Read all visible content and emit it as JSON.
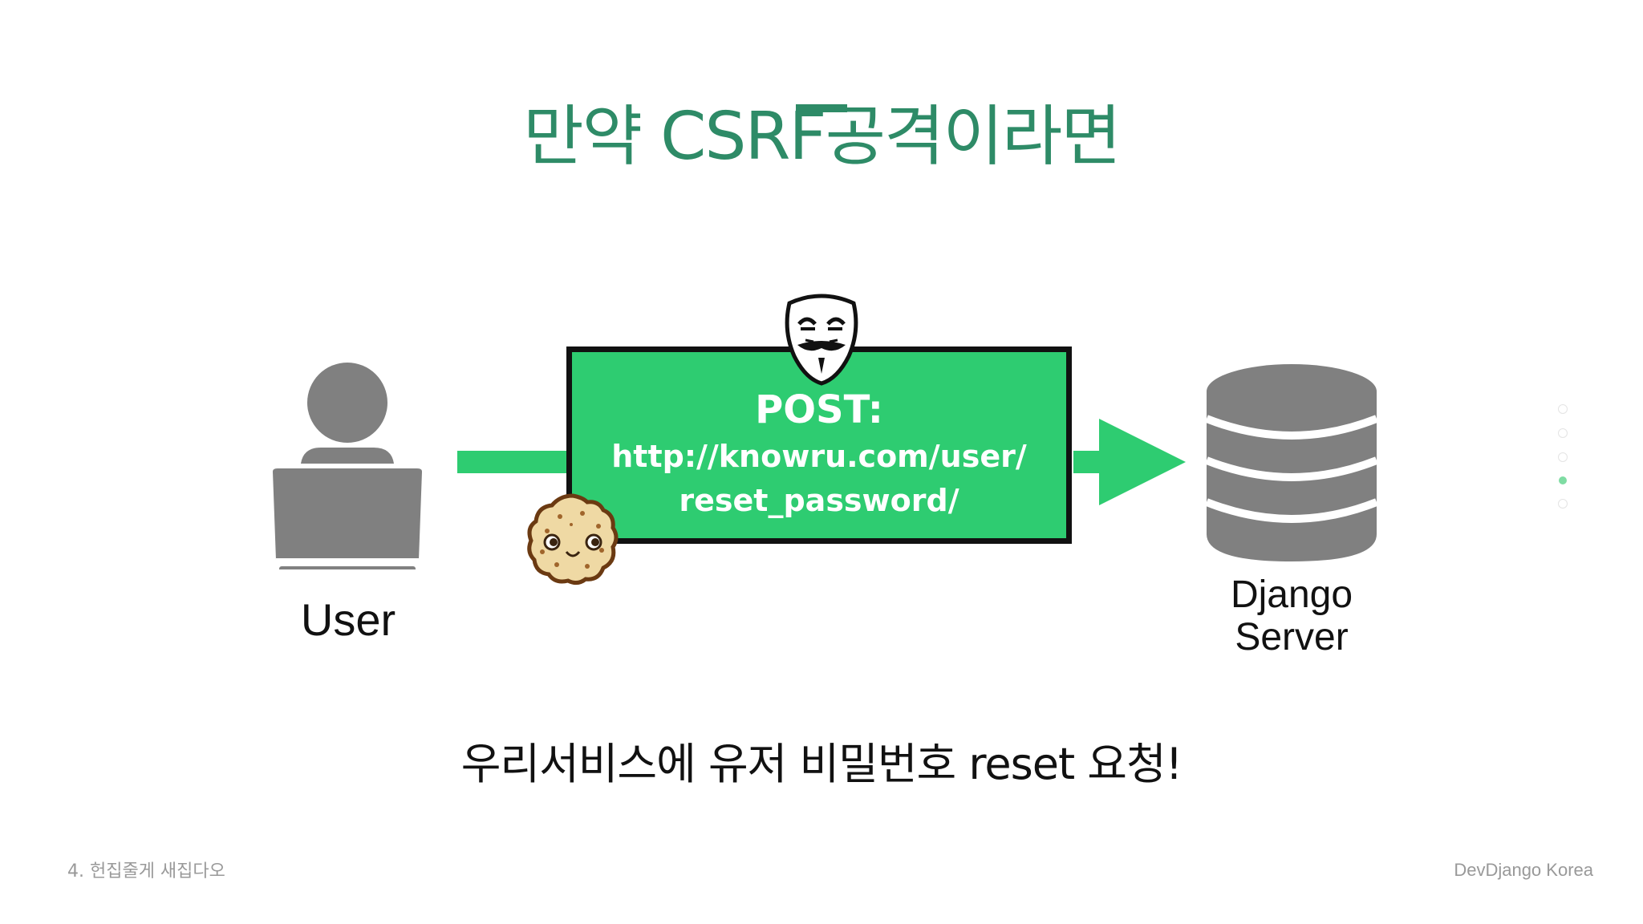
{
  "slide": {
    "title": "만약 CSRF공격이라면",
    "user_label": "User",
    "packet": {
      "method": "POST:",
      "url_line1": "http://knowru.com/user/",
      "url_line2": "reset_password/"
    },
    "server_label_line1": "Django",
    "server_label_line2": "Server",
    "caption": "우리서비스에 유저 비밀번호 reset 요청!"
  },
  "footer": {
    "section": "4. 헌집줄게 새집다오",
    "brand": "DevDjango Korea"
  },
  "pager": {
    "total": 5,
    "active_index": 3
  },
  "colors": {
    "title": "#2e8b67",
    "accent_green": "#2ecc71",
    "icon_gray": "#808080",
    "footer_text": "#999999"
  },
  "icons": {
    "user": "user-at-laptop-icon",
    "mask": "hacker-mask-icon",
    "cookie": "cookie-icon",
    "server": "database-icon",
    "arrow": "arrow-right-icon"
  }
}
